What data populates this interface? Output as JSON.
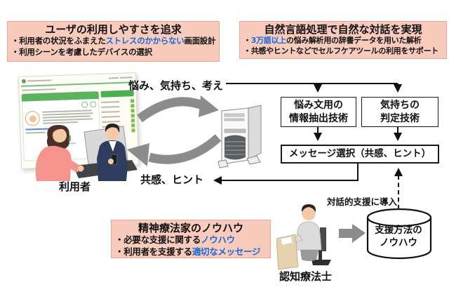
{
  "colors": {
    "callout_bg": "#f8cbbd",
    "callout_border": "#e8a795",
    "highlight_blue": "#1668d6",
    "line_black": "#1a1a1a",
    "cycle_arrow_gray": "#8c8c8c",
    "thumbnail_green": "#4caf50"
  },
  "top_left_box": {
    "title": "ユーザの利用しやすさを追求",
    "bullet1": {
      "pre": "・利用者の状況をふまえた",
      "hl": "ストレスのかからない",
      "post": "画面設計"
    },
    "bullet2": {
      "pre": "・利用シーンを考慮したデバイスの選択",
      "hl": "",
      "post": ""
    }
  },
  "top_right_box": {
    "title": "自然言語処理で自然な対話を実現",
    "bullet1": {
      "pre": "・",
      "hl": "3万語以上",
      "post": "の悩み解析用の辞書データを用いた解析"
    },
    "bullet2": {
      "pre": "・共感やヒントなどでセルフケアツールの利用をサポート",
      "hl": "",
      "post": ""
    }
  },
  "bottom_box": {
    "title": "精神療法家のノウハウ",
    "bullet1": {
      "pre": "・必要な支援に関する",
      "hl": "ノウハウ",
      "post": ""
    },
    "bullet2": {
      "pre": "・利用者を支援する",
      "hl": "適切なメッセージ",
      "post": ""
    }
  },
  "labels": {
    "input": "悩み、気持ち、考え",
    "output": "共感、ヒント",
    "users": "利用者",
    "therapist": "認知療法士",
    "dialog_support": "対話的支援に導入"
  },
  "pipeline": {
    "extraction_line1": "悩み文用の",
    "extraction_line2": "情報抽出技術",
    "judgment_line1": "気持ちの",
    "judgment_line2": "判定技術",
    "message": "メッセージ選択（共感、ヒント）",
    "db_line1": "支援方法の",
    "db_line2": "ノウハウ"
  }
}
